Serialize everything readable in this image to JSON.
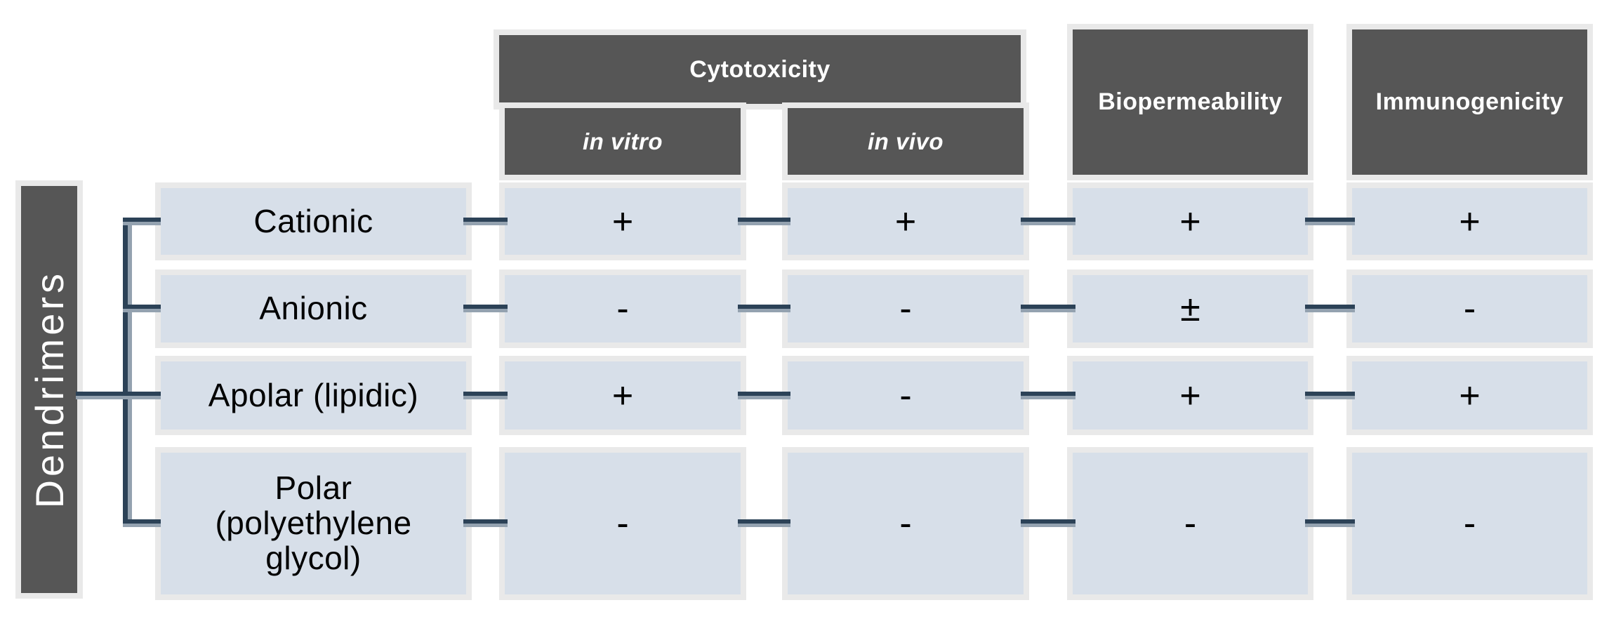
{
  "root": {
    "label": "Dendrimers"
  },
  "headers": {
    "cytotoxicity": "Cytotoxicity",
    "in_vitro": "in vitro",
    "in_vivo": "in vivo",
    "biopermeability": "Biopermeability",
    "immunogenicity": "Immunogenicity"
  },
  "rows": [
    {
      "label": "Cationic",
      "values": [
        "+",
        "+",
        "+",
        "+"
      ]
    },
    {
      "label": "Anionic",
      "values": [
        "-",
        "-",
        "±",
        "-"
      ]
    },
    {
      "label": "Apolar (lipidic)",
      "values": [
        "+",
        "-",
        "+",
        "+"
      ]
    },
    {
      "label": "Polar (polyethylene glycol)",
      "values": [
        "-",
        "-",
        "-",
        "-"
      ]
    }
  ],
  "colors": {
    "header_bg": "#565656",
    "header_text": "#ffffff",
    "cell_bg": "#d7dfe9",
    "box_border": "#e9e9e9",
    "connector_dark": "#2c4257",
    "connector_light": "#94a2b0",
    "value_text": "#000000"
  }
}
